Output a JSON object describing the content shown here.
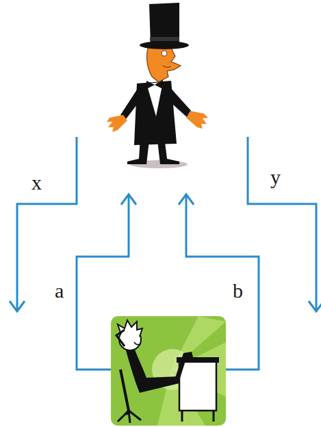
{
  "diagram": {
    "labels": [
      "x",
      "y",
      "a",
      "b"
    ]
  }
}
